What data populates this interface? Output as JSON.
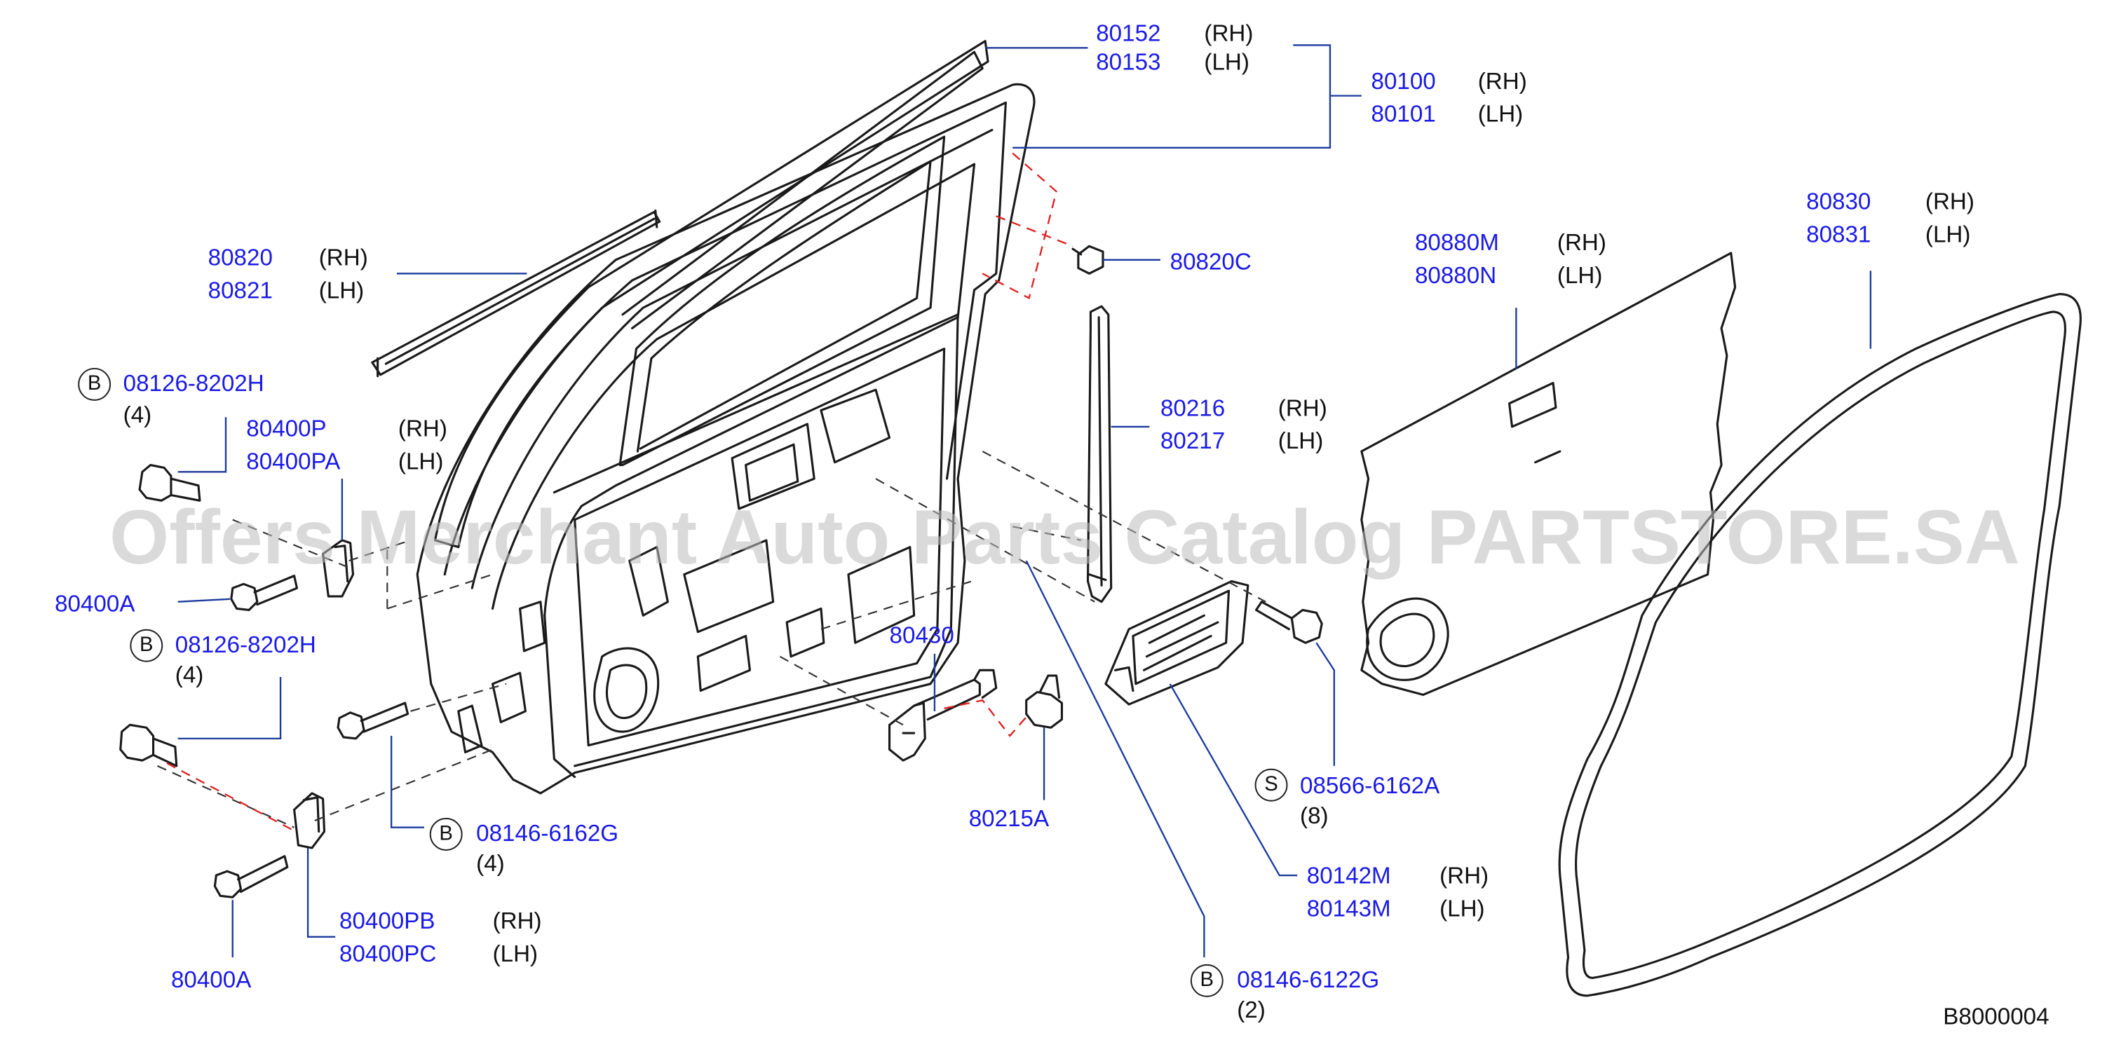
{
  "watermark": "Offers Merchant Auto Parts Catalog PARTSTORE.SA",
  "diagram_code": "B8000004",
  "callouts": {
    "p80152": {
      "pn": "80152",
      "side": "(RH)"
    },
    "p80153": {
      "pn": "80153",
      "side": "(LH)"
    },
    "p80100": {
      "pn": "80100",
      "side": "(RH)"
    },
    "p80101": {
      "pn": "80101",
      "side": "(LH)"
    },
    "p80820": {
      "pn": "80820",
      "side": "(RH)"
    },
    "p80821": {
      "pn": "80821",
      "side": "(LH)"
    },
    "p80820C": {
      "pn": "80820C"
    },
    "p80880M": {
      "pn": "80880M",
      "side": "(RH)"
    },
    "p80880N": {
      "pn": "80880N",
      "side": "(LH)"
    },
    "p80830": {
      "pn": "80830",
      "side": "(RH)"
    },
    "p80831": {
      "pn": "80831",
      "side": "(LH)"
    },
    "b1": {
      "badge": "B",
      "pn": "08126-8202H",
      "qty": "(4)"
    },
    "p80400P": {
      "pn": "80400P",
      "side": "(RH)"
    },
    "p80400PA": {
      "pn": "80400PA",
      "side": "(LH)"
    },
    "p80216": {
      "pn": "80216",
      "side": "(RH)"
    },
    "p80217": {
      "pn": "80217",
      "side": "(LH)"
    },
    "p80400A_top": {
      "pn": "80400A"
    },
    "b2": {
      "badge": "B",
      "pn": "08126-8202H",
      "qty": "(4)"
    },
    "p80430": {
      "pn": "80430"
    },
    "p80215A": {
      "pn": "80215A"
    },
    "s1": {
      "badge": "S",
      "pn": "08566-6162A",
      "qty": "(8)"
    },
    "b3": {
      "badge": "B",
      "pn": "08146-6162G",
      "qty": "(4)"
    },
    "p80142M": {
      "pn": "80142M",
      "side": "(RH)"
    },
    "p80143M": {
      "pn": "80143M",
      "side": "(LH)"
    },
    "p80400PB": {
      "pn": "80400PB",
      "side": "(RH)"
    },
    "p80400PC": {
      "pn": "80400PC",
      "side": "(LH)"
    },
    "p80400A_bottom": {
      "pn": "80400A"
    },
    "b4": {
      "badge": "B",
      "pn": "08146-6122G",
      "qty": "(2)"
    }
  },
  "colors": {
    "part_number": "#1a1ae6",
    "leader": "#1a3a9e",
    "outline": "#1a1a1a",
    "dash_red": "#e02020"
  }
}
